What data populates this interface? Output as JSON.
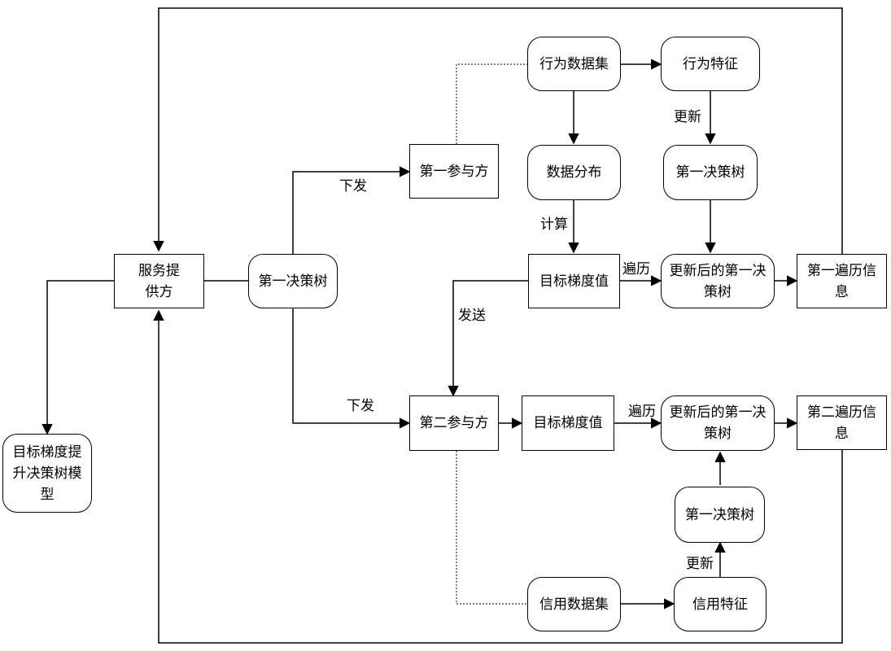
{
  "nodes": {
    "service_provider": "服务提供方",
    "first_decision_tree_center": "第一决策树",
    "gbdt_model": "目标梯度提升决策树模型",
    "first_participant": "第一参与方",
    "behavior_dataset": "行为数据集",
    "behavior_feature": "行为特征",
    "data_distribution": "数据分布",
    "first_decision_tree_top": "第一决策树",
    "target_gradient_top": "目标梯度值",
    "updated_tree_top": "更新后的第一决策树",
    "first_traversal_info": "第一遍历信息",
    "second_participant": "第二参与方",
    "target_gradient_bottom": "目标梯度值",
    "updated_tree_bottom": "更新后的第一决策树",
    "second_traversal_info": "第二遍历信息",
    "first_decision_tree_bottom": "第一决策树",
    "credit_dataset": "信用数据集",
    "credit_feature": "信用特征"
  },
  "edge_labels": {
    "dispatch_top": "下发",
    "dispatch_bottom": "下发",
    "update_top": "更新",
    "compute": "计算",
    "traverse_top": "遍历",
    "send": "发送",
    "traverse_bottom": "遍历",
    "update_bottom": "更新"
  }
}
